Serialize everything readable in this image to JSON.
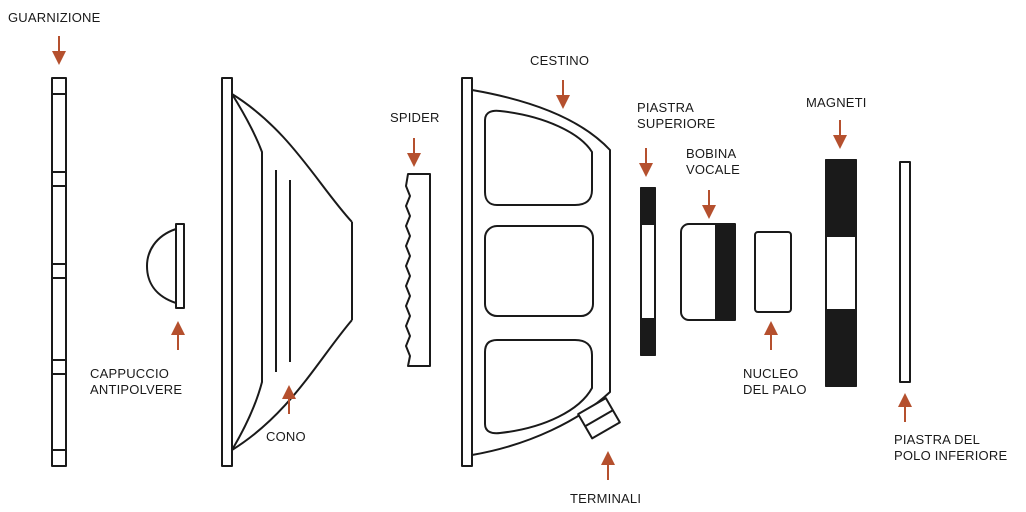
{
  "colors": {
    "stroke": "#1a1a1a",
    "fill_dark": "#1a1a1a",
    "arrow": "#b5502e",
    "background": "#ffffff"
  },
  "labels": {
    "gasket": "GUARNIZIONE",
    "dust_cap": "CAPPUCCIO\nANTIPOLVERE",
    "cone": "CONO",
    "spider": "SPIDER",
    "basket": "CESTINO",
    "terminals": "TERMINALI",
    "top_plate": "PIASTRA\nSUPERIORE",
    "voice_coil": "BOBINA\nVOCALE",
    "pole_piece": "NUCLEO\nDEL PALO",
    "magnets": "MAGNETI",
    "bottom_plate": "PIASTRA DEL\nPOLO INFERIORE"
  }
}
